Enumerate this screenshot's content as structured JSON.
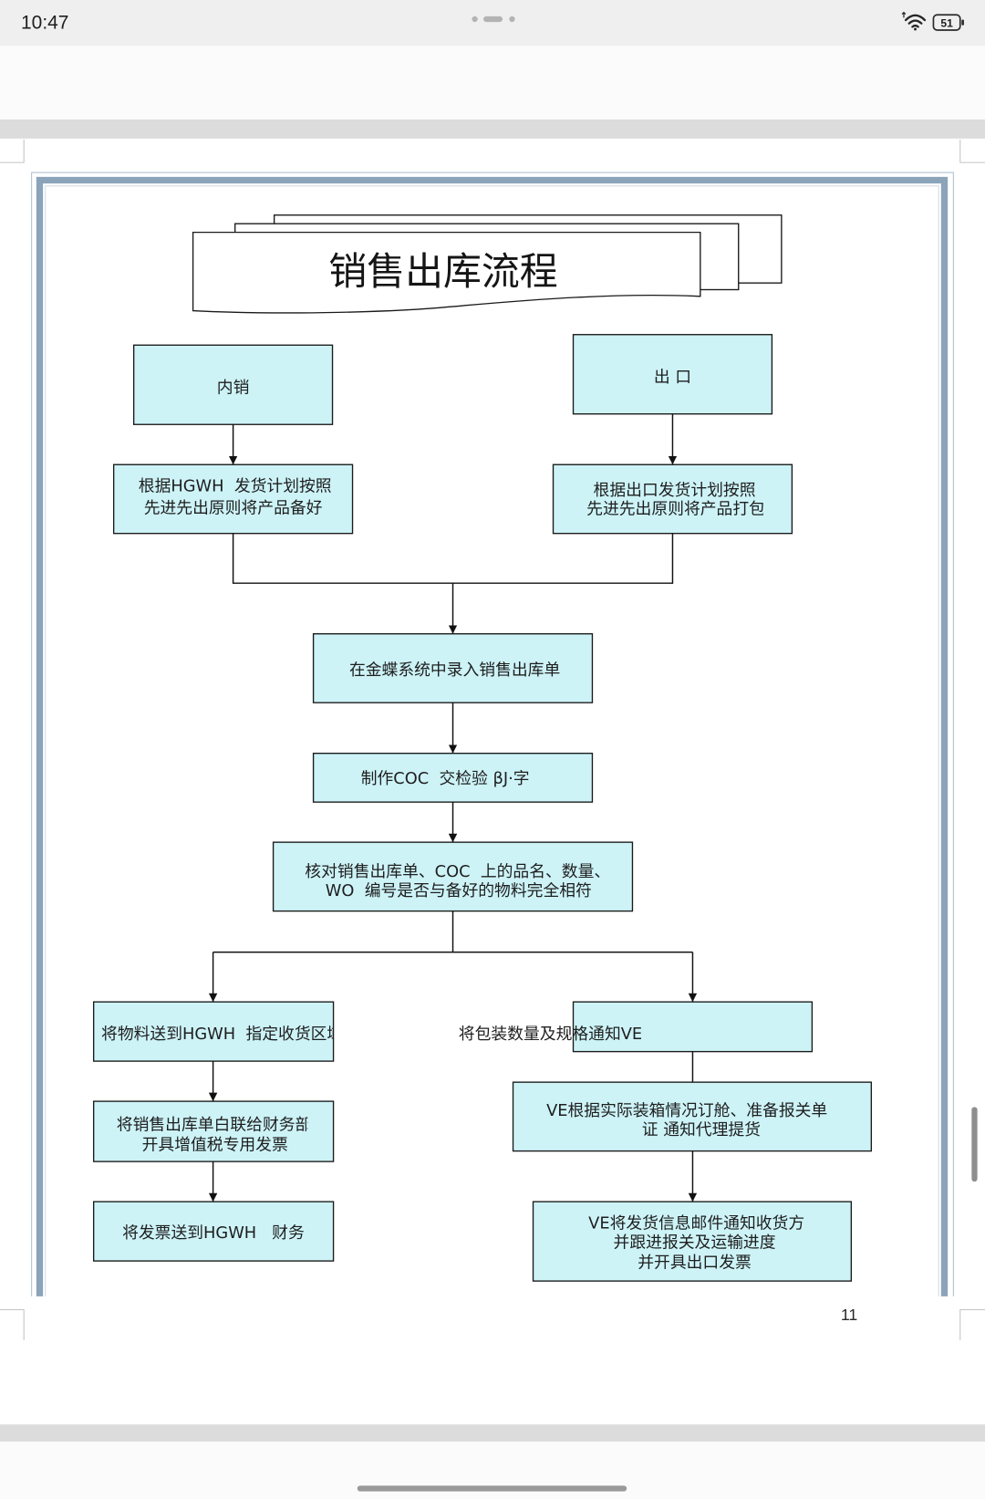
{
  "status_bar": {
    "time": "10:47",
    "battery_level": "51",
    "icons": [
      "multi-window-dots-icon",
      "wifi-icon",
      "battery-icon"
    ]
  },
  "document": {
    "title": "销售出库流程",
    "page_number": "11",
    "flowchart": {
      "domestic_sales": "内销",
      "export": "出 口",
      "domestic_prepare": [
        "根据HGWH  发货计划按照",
        "先进先出原则将产品备好"
      ],
      "export_pack": [
        "根据出口发货计划按照",
        "先进先出原则将产品打包"
      ],
      "kingdee_entry": "在金蝶系统中录入销售出库单",
      "coc_inspection": "制作COC  交检验 βJ·字",
      "verify_items": [
        "核对销售出库单、COC  上的品名、数量、",
        "WO  编号是否与备好的物料完全相符"
      ],
      "deliver_goods": "将物料送到HGWH  指定收货区域",
      "notify_ve": "将包装数量及规格通知VE",
      "finance_copy": [
        "将销售出库单白联给财务部",
        "开具增值税专用发票"
      ],
      "ve_booking": [
        "VE根据实际装箱情况订舱、准备报关单",
        "证 通知代理提货"
      ],
      "send_invoice": "将发票送到HGWH   财务部",
      "ve_follow_up": [
        "VE将发货信息邮件通知收货方",
        "并跟进报关及运输进度",
        "并开具出口发票"
      ]
    }
  },
  "colors": {
    "box_fill": "#cdf3f7",
    "page_frame": "#8ba4ba",
    "page_frame_light": "#b9c8d5",
    "status_bar_bg": "#efefef",
    "page_gap": "#dcdcdc"
  }
}
